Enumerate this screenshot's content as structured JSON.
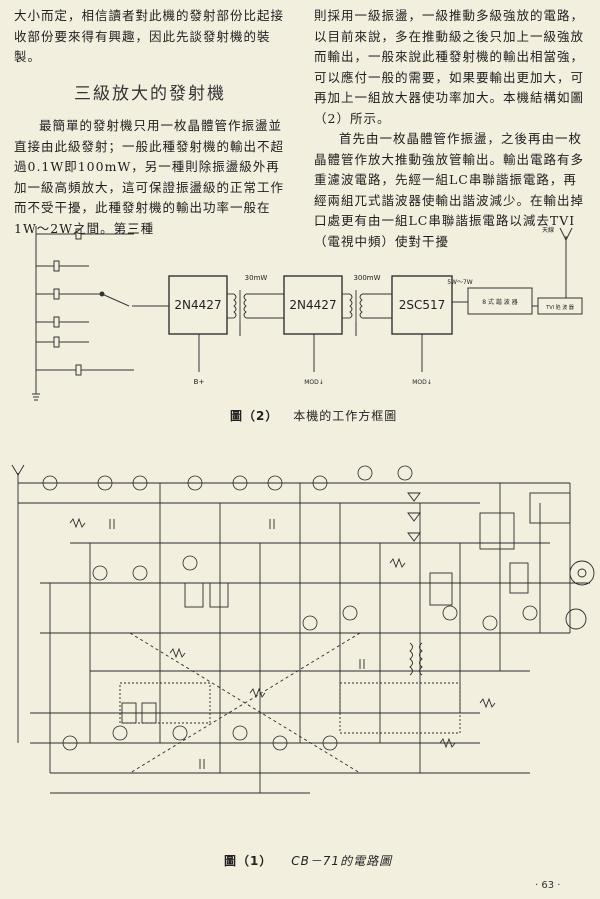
{
  "left_column": {
    "para_top": "大小而定，相信讀者對此機的發射部份比起接收部份要來得有興趣，因此先談發射機的裝製。",
    "section_title": "三級放大的發射機",
    "para_1": "最簡單的發射機只用一枚晶體管作振盪並直接由此級發射；一般此種發射機的輸出不超過0.1W即100mW，另一種則除振盪級外再加一級高頻放大，這可保證振盪級的正常工作而不受干擾，此種發射機的輸出功率一般在1W～2W之間。第三種"
  },
  "right_column": {
    "para_1": "則採用一級振盪，一級推動多級強放的電路，以目前來說，多在推動級之後只加上一級強放而輸出，一般來說此種發射機的輸出相當強，可以應付一般的需要，如果要輸出更加大，可再加上一組放大器使功率加大。本機結構如圖（2）所示。",
    "para_2": "首先由一枚晶體管作振盪，之後再由一枚晶體管作放大推動強放管輸出。輸出電路有多重濾波電路，先經一組LC串聯諧振電路，再經兩組兀式諧波器使輸出諧波減少。在輸出掉口處更有由一組LC串聯諧振電路以減去TVI（電視中頻）使對干擾"
  },
  "block_diagram": {
    "stage1": "2N4427",
    "stage2": "2N4427",
    "stage3": "2SC517",
    "filter": "8 式 諧 波 器",
    "ant_box": "TVI 陷 波 器",
    "power1": "30mW",
    "power2": "300mW",
    "power3": "5W～7W",
    "b_plus": "B+",
    "mod1": "MOD↓",
    "mod2": "MOD↓",
    "antenna": "天線"
  },
  "caption_fig2": {
    "label": "圖（2）",
    "text": "本機的工作方框圖"
  },
  "caption_fig1": {
    "label": "圖（1）",
    "text": "CB－71的電路圖"
  },
  "page_number": "· 63 ·"
}
